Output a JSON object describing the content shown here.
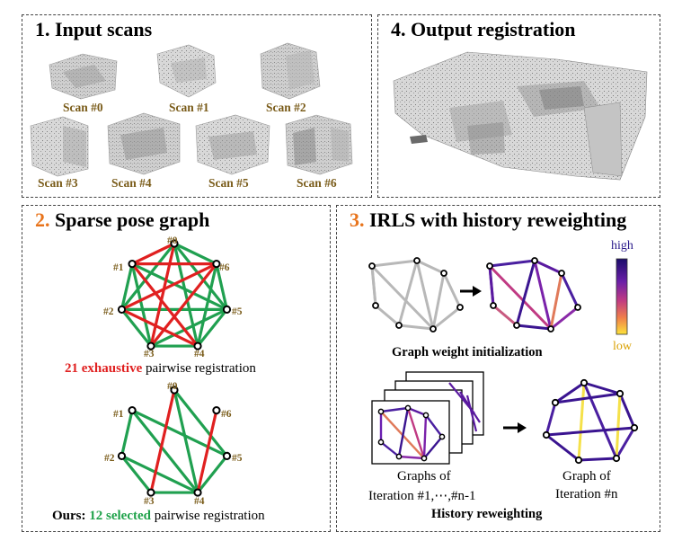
{
  "panels": {
    "input": {
      "num": "1.",
      "title": "Input scans"
    },
    "output": {
      "num": "4.",
      "title": "Output registration"
    },
    "posegraph": {
      "num": "2.",
      "title": "Sparse pose graph"
    },
    "irls": {
      "num": "3.",
      "title": "IRLS with history reweighting"
    }
  },
  "scans": [
    "Scan #0",
    "Scan #1",
    "Scan #2",
    "Scan #3",
    "Scan #4",
    "Scan #5",
    "Scan #6"
  ],
  "nodes": [
    "#0",
    "#1",
    "#2",
    "#3",
    "#4",
    "#5",
    "#6"
  ],
  "captions": {
    "exhaustive_count": "21 exhaustive",
    "exhaustive_rest": " pairwise registration",
    "ours_prefix": "Ours: ",
    "ours_count": "12 selected",
    "ours_rest": " pairwise registration",
    "graph_init": "Graph weight initialization",
    "graphs_of": "Graphs of",
    "iter_range": "Iteration #1,⋯,#n-1",
    "graph_of": "Graph of",
    "iter_n": "Iteration #n",
    "history": "History reweighting"
  },
  "legend": {
    "high": "high",
    "low": "low",
    "high_color": "#2a1a8a",
    "low_color": "#f5d23c"
  },
  "colors": {
    "red_edge": "#e02020",
    "green_edge": "#20a050",
    "gray_edge": "#b8b8b8",
    "purple_edge": "#4a1fa0",
    "orange": "#e8741c"
  }
}
